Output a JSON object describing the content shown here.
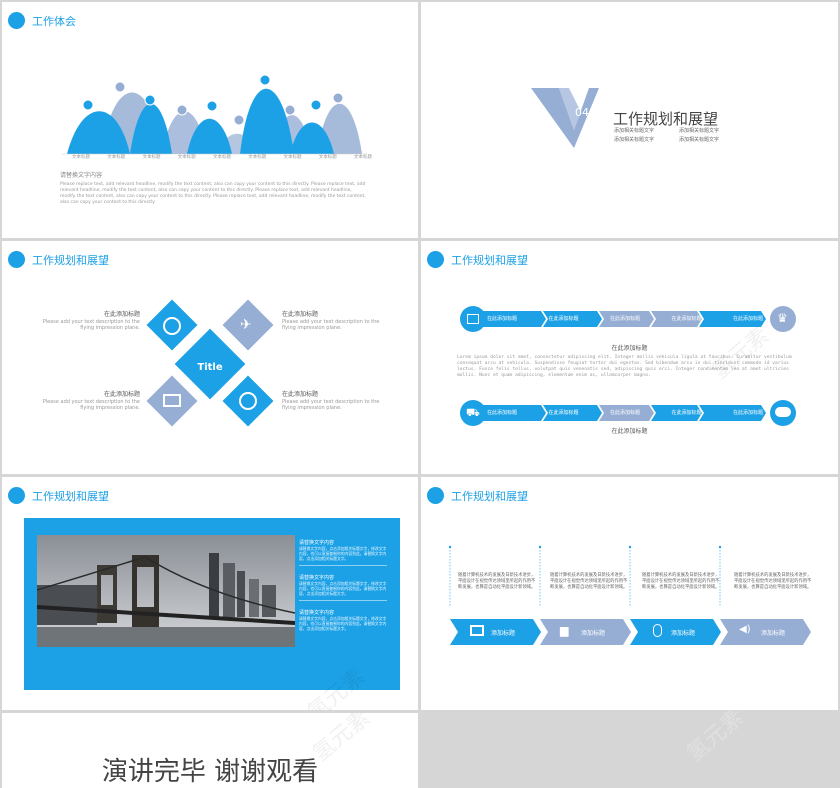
{
  "slides": {
    "s1": {
      "header": "工作体会",
      "labels": [
        "文本标题",
        "文本标题",
        "文本标题",
        "文本标题",
        "文本标题",
        "文本标题",
        "文本标题",
        "文本标题",
        "文本标题"
      ],
      "body_title": "请替换文字内容",
      "body_text": "Please replace text, add relevant headline, modify the text content, also can copy your content to this directly. Please replace text, add relevant headline, modify the text content, also can copy your content to this directly. Please replace text, add relevant headline, modify the text content, also can copy your content to this directly. Please replace text, add relevant headline, modify the text content, also can copy your content to this directly."
    },
    "s2": {
      "number": "04",
      "title": "工作规划和展望",
      "items": [
        "添加相关标题文字",
        "添加相关标题文字",
        "添加相关标题文字",
        "添加相关标题文字"
      ]
    },
    "s3": {
      "header": "工作规划和展望",
      "center": "Title",
      "blocks": [
        {
          "title": "在此添加标题",
          "text": "Please add your text description to the flying impression plane."
        },
        {
          "title": "在此添加标题",
          "text": "Please add your text description to the flying impression plane."
        },
        {
          "title": "在此添加标题",
          "text": "Please add your text description to the flying impression plane."
        },
        {
          "title": "在此添加标题",
          "text": "Please add your text description to the flying impression plane."
        }
      ]
    },
    "s4": {
      "header": "工作规划和展望",
      "row_labels": [
        "在此添加标题",
        "在此添加标题",
        "在此添加标题",
        "在此添加标题",
        "在此添加标题"
      ],
      "mid_title": "在此添加标题",
      "lorem": "Lorem ipsum dolor sit amet, consectetur adipiscing elit. Integer mollis vehicula ligula at faucibus. Curabitur vestibulum consequat arcu at vehicula. Suspendisse feugiat tortor dui egestas. Sed bibendum arcu in dui tincidunt commodo id varius lectus. Fusce felis tellus, volutpat quis venenatis sed, adipiscing quis orci. Integer condimentum leo at amet ultricies mollis. Nunc et quam adipiscing, elementum enim ac, ullamcorper magna.",
      "bottom_title": "在此添加标题"
    },
    "s5": {
      "header": "工作规划和展望",
      "items": [
        {
          "title": "请替换文字内容",
          "text": "请替换文字内容，点击添加相关标题文字，修改文字内容，也可以直接复制你的内容到此。请替换文字内容，点击添加相关标题文字。"
        },
        {
          "title": "请替换文字内容",
          "text": "请替换文字内容，点击添加相关标题文字，修改文字内容，也可以直接复制你的内容到此。请替换文字内容，点击添加相关标题文字。"
        },
        {
          "title": "请替换文字内容",
          "text": "请替换文字内容，点击添加相关标题文字，修改文字内容，也可以直接复制你的内容到此。请替换文字内容，点击添加相关标题文字。"
        }
      ]
    },
    "s6": {
      "header": "工作规划和展望",
      "texts": [
        "随着计算机技术的发展及日新技术进步，平面设计在视觉传达领域里所起的作用不断发展，也算是自动化平面设计新领域。",
        "随着计算机技术的发展及日新技术进步，平面设计在视觉传达领域里所起的作用不断发展，也算是自动化平面设计新领域。",
        "随着计算机技术的发展及日新技术进步，平面设计在视觉传达领域里所起的作用不断发展，也算是自动化平面设计新领域。",
        "随着计算机技术的发展及日新技术进步，平面设计在视觉传达领域里所起的作用不断发展，也算是自动化平面设计新领域。"
      ],
      "arrows": [
        "添加标题",
        "添加标题",
        "添加标题",
        "添加标题"
      ]
    },
    "s7": {
      "closing": "演讲完毕 谢谢观看"
    },
    "watermark": "氢元素"
  },
  "colors": {
    "accent": "#1da1e6",
    "muted": "#96aed4",
    "gray": "#d6d6d6"
  }
}
